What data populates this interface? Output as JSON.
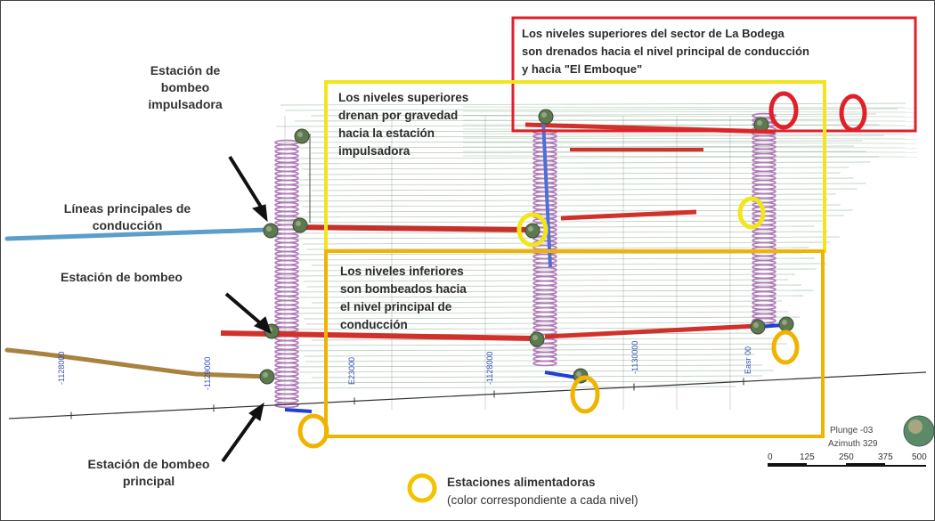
{
  "labels": {
    "impulsadora": [
      "Estación de",
      "bombeo",
      "impulsadora"
    ],
    "lineas": [
      "Líneas principales de",
      "conducción"
    ],
    "bombeo": "Estación de bombeo",
    "principal": [
      "Estación de bombeo",
      "principal"
    ]
  },
  "callouts": {
    "red": [
      "Los niveles superiores del sector de La Bodega",
      "son drenados hacia el nivel principal de conducción",
      "y hacia \"El Emboque\""
    ],
    "upper": [
      "Los niveles superiores",
      "drenan por gravedad",
      "hacia la estación",
      "impulsadora"
    ],
    "lower": [
      "Los niveles inferiores",
      "son bombeados hacia",
      "el nivel principal de",
      "conducción"
    ]
  },
  "legend": {
    "line1": "Estaciones alimentadoras",
    "line2": "(color correspondiente a cada nivel)"
  },
  "orientation": {
    "plunge": "Plunge -03",
    "azimuth": "Azimuth 329"
  },
  "scale": {
    "ticks": [
      "0",
      "125",
      "250",
      "375",
      "500"
    ]
  },
  "grid_labels": [
    "-1128000",
    "-1129000",
    "E23000",
    "-1128000",
    "-1130000",
    "Easr 00"
  ],
  "colors": {
    "red_box": "#e0202a",
    "yellow_box": "#f2e51c",
    "orange_box": "#f0b400",
    "main_line": "#d2302a",
    "pipe_blue": "#5b9ec9",
    "pipe_brown": "#a8823f",
    "shaft": "#b07ab8",
    "levels": "#6f9a78"
  },
  "icons": [
    "station-sphere-icon",
    "feeder-ring-icon",
    "compass-globe-icon",
    "arrow-icon"
  ]
}
